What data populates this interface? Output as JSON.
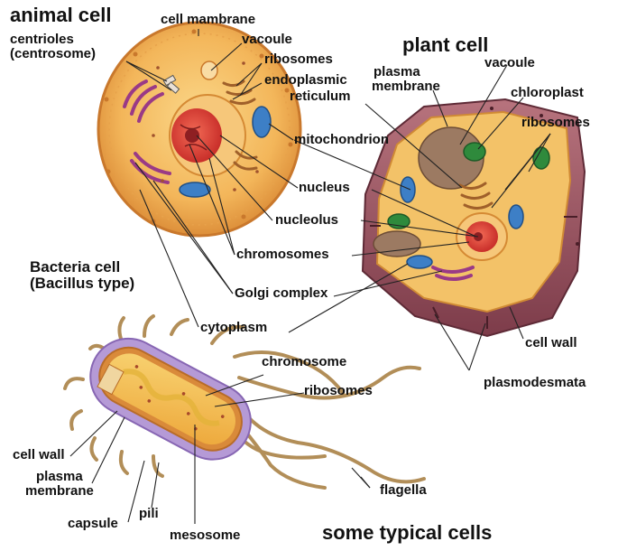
{
  "titles": {
    "animal_cell": "animal cell",
    "plant_cell": "plant cell",
    "bacteria_cell_line1": "Bacteria cell",
    "bacteria_cell_line2": "(Bacillus type)",
    "caption": "some typical cells"
  },
  "labels": {
    "cell_mambrane": "cell mambrane",
    "centrioles_line1": "centrioles",
    "centrioles_line2": "(centrosome)",
    "vacoule_animal": "vacoule",
    "ribosomes_animal": "ribosomes",
    "endoplasmic": "endoplasmic",
    "reticulum": "reticulum",
    "mitochondrion": "mitochondrion",
    "nucleus": "nucleus",
    "nucleolus": "nucleolus",
    "chromosomes": "chromosomes",
    "golgi_complex": "Golgi complex",
    "cytoplasm": "cytoplasm",
    "plasma_membrane_plant_line1": "plasma",
    "plasma_membrane_plant_line2": "membrane",
    "vacoule_plant": "vacoule",
    "chloroplast": "chloroplast",
    "ribosomes_plant": "ribosomes",
    "cell_wall_plant": "cell wall",
    "plasmodesmata": "plasmodesmata",
    "chromosome_bacteria": "chromosome",
    "ribosomes_bacteria": "ribosomes",
    "cell_wall_bacteria": "cell wall",
    "plasma_membrane_bacteria_line1": "plasma",
    "plasma_membrane_bacteria_line2": "membrane",
    "capsule": "capsule",
    "pili": "pili",
    "mesosome": "mesosome",
    "flagella": "flagella"
  },
  "colors": {
    "animal_cell_body": "#f3b65a",
    "animal_cell_membrane": "#d58a34",
    "nucleus": "#e8453a",
    "mitochondrion": "#3d7fc6",
    "golgi": "#9a3a86",
    "plant_cell_wall": "#8c4a56",
    "chloroplast": "#2f8a3c",
    "vacuole": "#9c7a62",
    "bacteria_capsule": "#b59ad6",
    "bacteria_cytoplasm": "#f5c04a",
    "flagella": "#b28e58",
    "leader_line": "#222222"
  }
}
